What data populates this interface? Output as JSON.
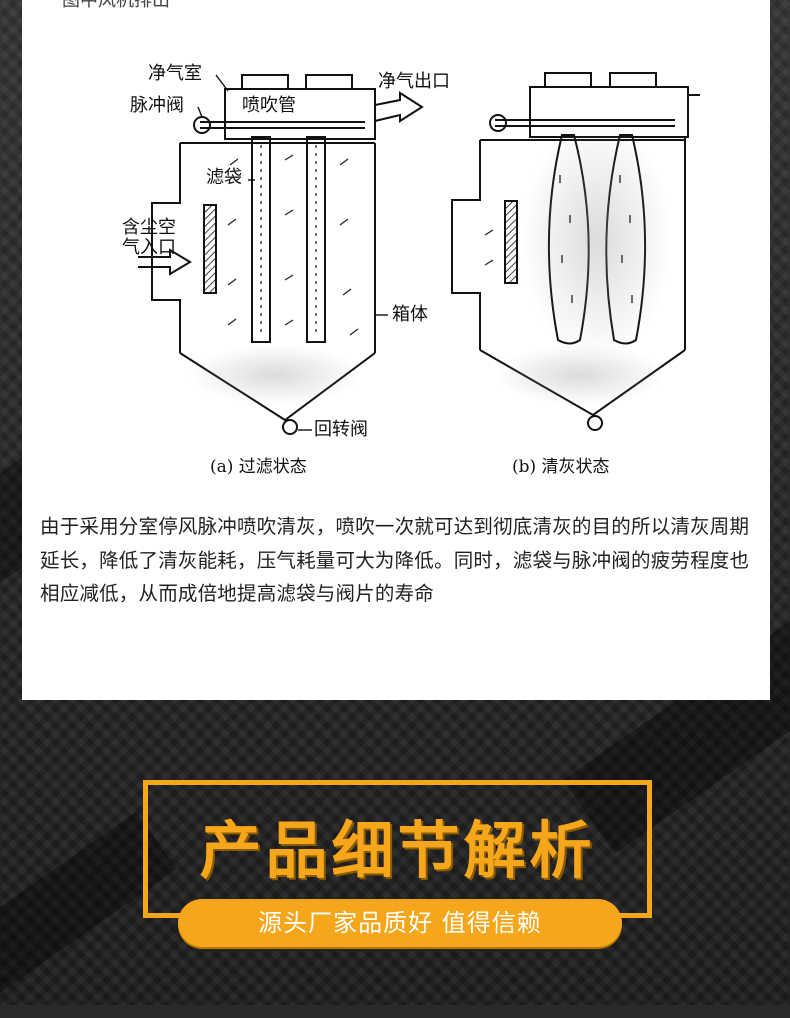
{
  "top_cut_text": "图中风机排出",
  "diagram": {
    "labels": {
      "clean_chamber": "净气室",
      "pulse_valve": "脉冲阀",
      "blow_pipe": "喷吹管",
      "clean_outlet": "净气出口",
      "filter_bag": "滤袋",
      "dusty_inlet_line1": "含尘空",
      "dusty_inlet_line2": "气入口",
      "box": "箱体",
      "rotary_valve": "回转阀"
    },
    "captions": {
      "a": "(a)  过滤状态",
      "b": "(b)  清灰状态"
    }
  },
  "description": "由于采用分室停风脉冲喷吹清灰，喷吹一次就可达到彻底清灰的目的所以清灰周期延长，降低了清灰能耗，压气耗量可大为降低。同时，滤袋与脉冲阀的疲劳程度也相应减低，从而成倍地提高滤袋与阀片的寿命",
  "banner": {
    "title": "产品细节解析",
    "subtitle": "源头厂家品质好 值得信赖"
  },
  "colors": {
    "accent": "#f5a61b",
    "card": "#ffffff",
    "background": "#2a2a2a"
  }
}
